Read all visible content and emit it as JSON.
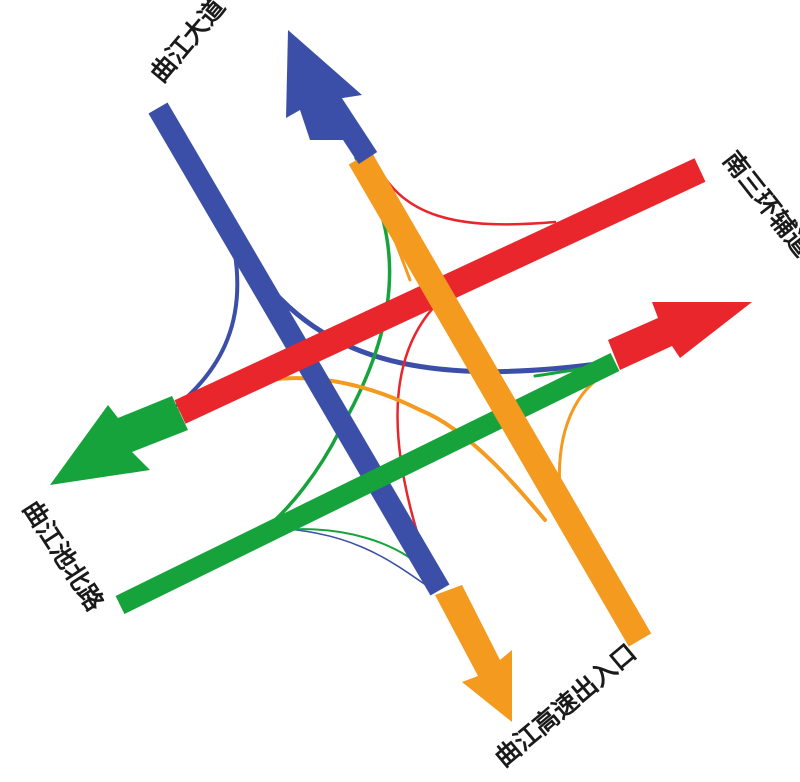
{
  "labels": {
    "top_left": "曲江大道",
    "right_upper": "南三环辅道",
    "left_lower": "曲江池北路",
    "bottom": "曲江高速出入口"
  },
  "colors": {
    "blue": "#3c4fa8",
    "red": "#e8262b",
    "green": "#16a33c",
    "orange": "#f39a1f",
    "background": "#ffffff",
    "text": "#1a1a1a"
  }
}
